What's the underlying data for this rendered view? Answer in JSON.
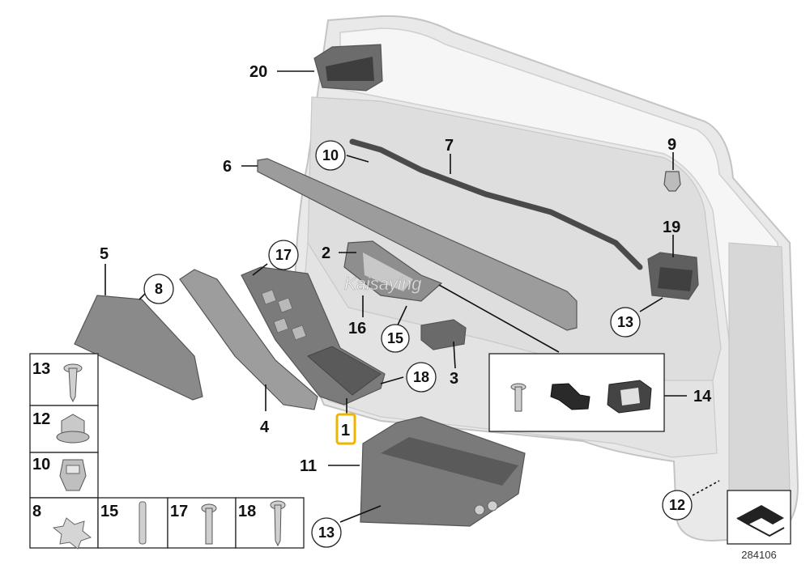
{
  "diagram_id": "284106",
  "watermark": "Kaisaying",
  "colors": {
    "door_panel": "#e6e6e6",
    "door_edge": "#bdbdbd",
    "part_dark": "#6f6f6f",
    "part_mid": "#9a9a9a",
    "highlight": "#f0b400"
  },
  "callouts": [
    {
      "id": "c20",
      "label": "20",
      "circled": false
    },
    {
      "id": "c10a",
      "label": "10",
      "circled": true
    },
    {
      "id": "c7",
      "label": "7",
      "circled": false
    },
    {
      "id": "c9",
      "label": "9",
      "circled": false
    },
    {
      "id": "c6",
      "label": "6",
      "circled": false
    },
    {
      "id": "c19",
      "label": "19",
      "circled": false
    },
    {
      "id": "c5",
      "label": "5",
      "circled": false
    },
    {
      "id": "c17a",
      "label": "17",
      "circled": true
    },
    {
      "id": "c2",
      "label": "2",
      "circled": false
    },
    {
      "id": "c8a",
      "label": "8",
      "circled": true
    },
    {
      "id": "c13a",
      "label": "13",
      "circled": true
    },
    {
      "id": "c16",
      "label": "16",
      "circled": false
    },
    {
      "id": "c15a",
      "label": "15",
      "circled": true
    },
    {
      "id": "c3",
      "label": "3",
      "circled": false
    },
    {
      "id": "c18a",
      "label": "18",
      "circled": true
    },
    {
      "id": "c14",
      "label": "14",
      "circled": false
    },
    {
      "id": "c4",
      "label": "4",
      "circled": false
    },
    {
      "id": "c1",
      "label": "1",
      "circled": false,
      "highlighted": true
    },
    {
      "id": "c11",
      "label": "11",
      "circled": false
    },
    {
      "id": "c12a",
      "label": "12",
      "circled": true
    },
    {
      "id": "c13b",
      "label": "13",
      "circled": true
    }
  ],
  "legend_table": [
    {
      "id": "t13",
      "label": "13",
      "icon": "screw-icon"
    },
    {
      "id": "t12",
      "label": "12",
      "icon": "hex-nut-icon"
    },
    {
      "id": "t10",
      "label": "10",
      "icon": "clip-icon"
    },
    {
      "id": "t8",
      "label": "8",
      "icon": "star-washer-icon"
    },
    {
      "id": "t15",
      "label": "15",
      "icon": "pin-icon"
    },
    {
      "id": "t17",
      "label": "17",
      "icon": "bolt-icon"
    },
    {
      "id": "t18",
      "label": "18",
      "icon": "long-screw-icon"
    }
  ]
}
